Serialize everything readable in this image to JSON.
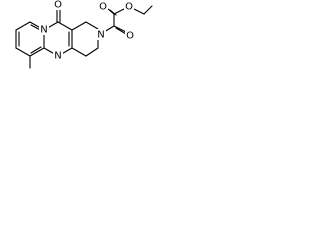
{
  "structure": {
    "atoms": {
      "o_ketone": "O",
      "n_bridge": "N",
      "n_pyrimidine": "N",
      "n_piperidine": "N",
      "o_ester_carbonyl": "O",
      "o_ester": "O",
      "o_amide": "O"
    }
  }
}
